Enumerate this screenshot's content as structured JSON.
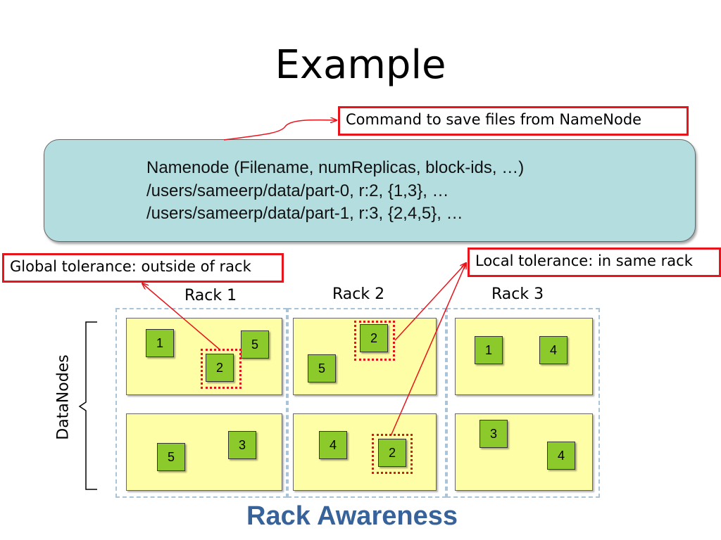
{
  "title": "Example",
  "callouts": {
    "command": "Command to save files from NameNode",
    "global_tolerance": "Global tolerance: outside of rack",
    "local_tolerance": "Local tolerance: in same rack"
  },
  "namenode": {
    "lines": [
      "Namenode (Filename, numReplicas, block-ids, …)",
      "/users/sameerp/data/part-0, r:2, {1,3}, …",
      "/users/sameerp/data/part-1, r:3, {2,4,5}, …"
    ]
  },
  "racks": [
    {
      "label": "Rack 1",
      "nodes": [
        {
          "blocks": [
            "1",
            "5",
            "2"
          ]
        },
        {
          "blocks": [
            "3",
            "5"
          ]
        }
      ]
    },
    {
      "label": "Rack 2",
      "nodes": [
        {
          "blocks": [
            "2",
            "5"
          ]
        },
        {
          "blocks": [
            "4",
            "2"
          ]
        }
      ]
    },
    {
      "label": "Rack 3",
      "nodes": [
        {
          "blocks": [
            "1",
            "4"
          ]
        },
        {
          "blocks": [
            "3",
            "4"
          ]
        }
      ]
    }
  ],
  "datanodes_label": "DataNodes",
  "footer": "Rack Awareness",
  "colors": {
    "callout_border": "#e8141b",
    "namenode_fill": "#b4dde0",
    "node_fill": "#fefea6",
    "block_fill": "#8cc92a",
    "highlight": "#d51a1a",
    "footer_text": "#37629a",
    "rack_outline": "#a9c4d8"
  }
}
